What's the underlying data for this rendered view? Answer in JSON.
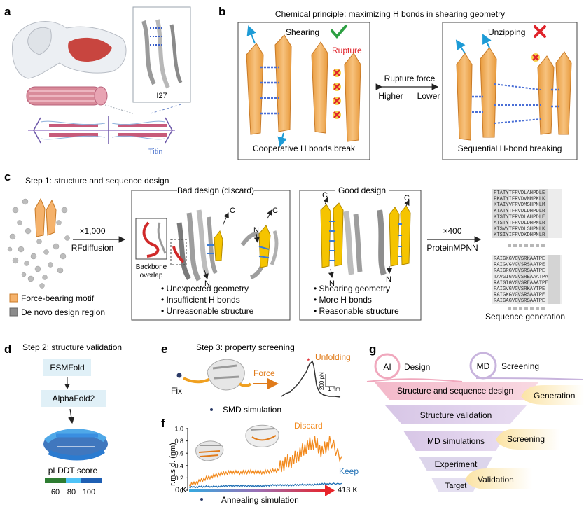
{
  "panel_a": {
    "letter": "a",
    "domain_label": "I27",
    "protein_label": "Titin"
  },
  "panel_b": {
    "letter": "b",
    "title": "Chemical principle: maximizing H bonds in shearing geometry",
    "shearing_label": "Shearing",
    "rupture_label": "Rupture",
    "unzipping_label": "Unzipping",
    "rupture_force_label": "Rupture force",
    "higher_label": "Higher",
    "lower_label": "Lower",
    "left_caption": "Cooperative H bonds break",
    "right_caption": "Sequential H-bond breaking",
    "check_color": "#2ea043",
    "cross_color": "#e0242b",
    "strand_color": "#f2b46a"
  },
  "panel_c": {
    "letter": "c",
    "step_title": "Step 1: structure and sequence design",
    "arrow1_count": "×1,000",
    "arrow1_tool": "RFdiffusion",
    "legend": [
      {
        "label": "Force-bearing motif",
        "color": "#f5b26b"
      },
      {
        "label": "De novo design region",
        "color": "#8c8c8c"
      }
    ],
    "bad_title": "Bad design (discard)",
    "inset_label": "Backbone overlap",
    "bad_bullets": [
      "Unexpected geometry",
      "Insufficient H bonds",
      "Unreasonable structure"
    ],
    "good_title": "Good design",
    "good_bullets": [
      "Shearing geometry",
      "More H bonds",
      "Reasonable structure"
    ],
    "terminus_c": "C",
    "terminus_n": "N",
    "arrow2_count": "×400",
    "arrow2_tool": "ProteinMPNN",
    "sequences_top": [
      "FTATYTFRVDLAHPDLE",
      "FKATYIFRVDVNHPKLK",
      "KTAIYVFRVDMSHPNLM",
      "KTATYTFRVDLDHPDLR",
      "KTSTYTFRVDLAHPDLE",
      "ATSTYTFRVDLDHPNLR",
      "KTSVYTFRVDLSHPNLK",
      "KTSIYIFRVDKDHPNLR"
    ],
    "sequences_bottom": [
      "RAIGKGVGVSRKAATPE",
      "RAIGVGVGVSRSAATPE",
      "RAIGRGVGVSRSAATPE",
      "TAVGIGVGVSREAAATPA",
      "RAIGIGVGVSREAAATPE",
      "RAIGVGVGVSRKAYTPE",
      "RAIGKGVGVSRSAATPE",
      "RAIGAGVGVSRSAATPE"
    ],
    "seq_caption": "Sequence generation"
  },
  "panel_d": {
    "letter": "d",
    "step_title": "Step 2: structure validation",
    "box1": "ESMFold",
    "box2": "AlphaFold2",
    "colorbar_title": "pLDDT score",
    "ticks": [
      "60",
      "80",
      "100"
    ],
    "colorbar_colors": [
      "#2e7d32",
      "#4fc3f7",
      "#1e5fb3"
    ]
  },
  "panel_e": {
    "letter": "e",
    "step_title": "Step 3: property screening",
    "fix_label": "Fix",
    "force_label": "Force",
    "unfolding_label": "Unfolding",
    "force_scale": "200 pN",
    "distance_scale": "1 nm",
    "method_label": "SMD simulation"
  },
  "panel_f": {
    "letter": "f",
    "ylabel": "r.m.s.d. (nm)",
    "yticks": [
      "0",
      "0.2",
      "0.4",
      "0.6",
      "0.8",
      "1.0"
    ],
    "discard_label": "Discard",
    "keep_label": "Keep",
    "temp_start": "0 K",
    "temp_end": "413 K",
    "method_label": "Annealing simulation",
    "discard_color": "#f28a1e",
    "keep_color": "#1f6fb4"
  },
  "panel_g": {
    "letter": "g",
    "ai_label": "AI",
    "design_label": "Design",
    "md_label": "MD",
    "screening_label": "Screening",
    "funnel": [
      "Structure and sequence design",
      "Structure validation",
      "MD simulations",
      "Experiment",
      "Target"
    ],
    "tags": [
      "Generation",
      "Screening",
      "Validation"
    ]
  },
  "chart_data": {
    "type": "line",
    "xlabel": "",
    "ylabel": "r.m.s.d. (nm)",
    "ylim": [
      0,
      1.0
    ],
    "x_range": [
      "0 K",
      "413 K"
    ],
    "series": [
      {
        "name": "Discard",
        "x": [
          0,
          20,
          40,
          60,
          80,
          100,
          120,
          140,
          160,
          180,
          200,
          220,
          240,
          260,
          280,
          300,
          320,
          340,
          360,
          380,
          413
        ],
        "values": [
          0.08,
          0.12,
          0.18,
          0.22,
          0.26,
          0.28,
          0.29,
          0.28,
          0.3,
          0.3,
          0.29,
          0.31,
          0.32,
          0.45,
          0.48,
          0.6,
          0.72,
          0.78,
          0.62,
          0.78,
          0.55
        ]
      },
      {
        "name": "Keep",
        "x": [
          0,
          20,
          40,
          60,
          80,
          100,
          120,
          140,
          160,
          180,
          200,
          220,
          240,
          260,
          280,
          300,
          320,
          340,
          360,
          380,
          413
        ],
        "values": [
          0.05,
          0.05,
          0.06,
          0.06,
          0.06,
          0.07,
          0.07,
          0.07,
          0.07,
          0.07,
          0.07,
          0.08,
          0.08,
          0.08,
          0.08,
          0.09,
          0.09,
          0.09,
          0.1,
          0.1,
          0.11
        ]
      }
    ]
  }
}
